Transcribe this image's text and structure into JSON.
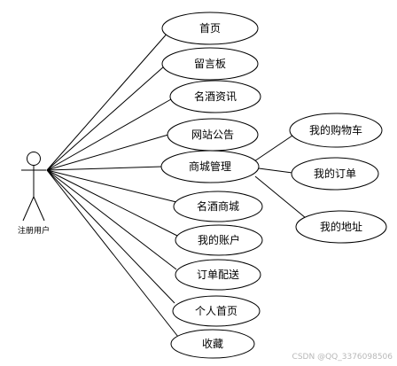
{
  "actor": {
    "label": "注册用户"
  },
  "use_cases": {
    "home": "首页",
    "guestbook": "留言板",
    "wine_news": "名酒资讯",
    "site_notice": "网站公告",
    "shop_manage": "商城管理",
    "wine_mall": "名酒商城",
    "my_account": "我的账户",
    "order_delivery": "订单配送",
    "personal_home": "个人首页",
    "favorites": "收藏"
  },
  "sub_use_cases": {
    "my_cart": "我的购物车",
    "my_orders": "我的订单",
    "my_address": "我的地址"
  },
  "watermark": "CSDN @QQ_3376098506"
}
